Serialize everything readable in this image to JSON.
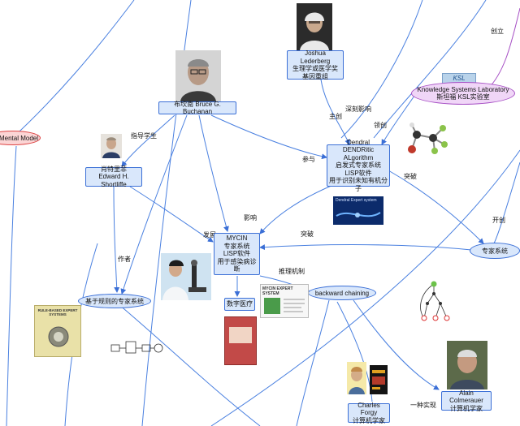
{
  "nodes": {
    "mental_model": "Mental Model",
    "ksl": [
      "Knowledge Systems Laboratory",
      "斯坦福 KSL实验室"
    ],
    "ksl_logo": "KSL",
    "lederberg": [
      "Joshua Lederberg",
      "生理学或医学奖",
      "基因重组"
    ],
    "buchanan": "布坎南 Bruce G. Buchanan",
    "dendral": [
      "Dendral",
      "DENDRitic ALgorithm",
      "启发式专家系统",
      "LISP软件",
      "用于识别未知有机分子"
    ],
    "dendral_banner": "Dendral Expert system",
    "shortliffe": [
      "肖特里菲",
      "Edward H. Shortliffe"
    ],
    "mycin": [
      "MYCIN",
      "专家系统",
      "LISP软件",
      "用于感染病诊断"
    ],
    "expert_system": "专家系统",
    "rule_based": "基于规则的专家系统",
    "digital_medicine": "数字医疗",
    "backward_chaining": "backward chaining",
    "forgy": [
      "Charles Forgy",
      "计算机学家"
    ],
    "colmerauer": [
      "Alain Colmerauer",
      "计算机学家"
    ],
    "book_rule_based": "RULE-BASED EXPERT SYSTEMS",
    "book_mycin": "MYCIN EXPERT SYSTEM"
  },
  "edge_labels": {
    "chuangli": "创立",
    "shenke": "深刻影响",
    "zhuchuang": "主创",
    "lingchuang": "领创",
    "zhidao": "指导学生",
    "canyu": "参与",
    "tupo1": "突破",
    "kaichuang": "开创",
    "yingxiang": "影响",
    "fazhan": "发展",
    "tupo2": "突破",
    "zuozhe": "作者",
    "tuili": "推理机制",
    "yizhong": "一种实现"
  },
  "colors": {
    "node_fill": "#d9e7fb",
    "node_border": "#3b6fd6",
    "edge": "#4a80e0",
    "ksl_fill": "#f0d6f7",
    "mental_fill": "#fbd5d5"
  }
}
